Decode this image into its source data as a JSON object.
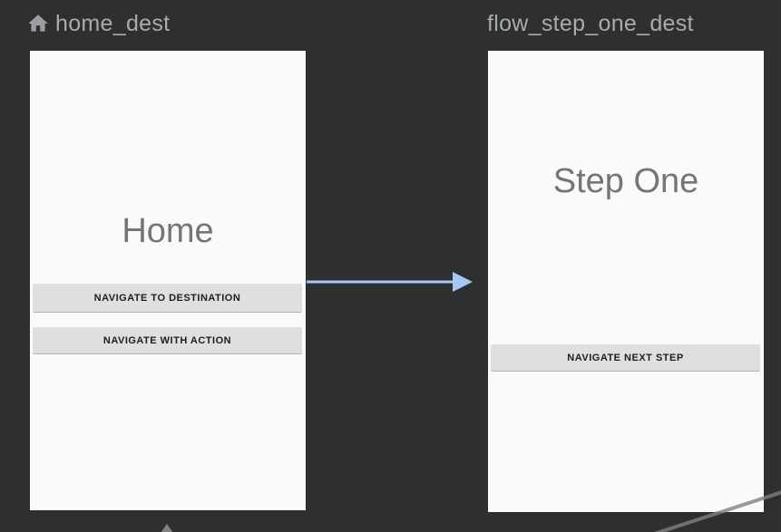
{
  "editor": {
    "view": "navigation-graph-canvas"
  },
  "destinations": [
    {
      "label": "home_dest",
      "icon": "home-icon",
      "screen": {
        "title": "Home",
        "buttons": [
          "NAVIGATE TO DESTINATION",
          "NAVIGATE WITH ACTION"
        ]
      }
    },
    {
      "label": "flow_step_one_dest",
      "icon": null,
      "screen": {
        "title": "Step One",
        "buttons": [
          "NAVIGATE NEXT STEP"
        ]
      }
    }
  ],
  "edges": [
    {
      "name": "action-home-to-step-one",
      "direction": "right"
    },
    {
      "name": "partial-incoming-action-bottom",
      "direction": "up"
    },
    {
      "name": "partial-action-line-bottom-right",
      "direction": "diagonal"
    }
  ],
  "colors": {
    "canvas_bg": "#2d2f31",
    "card_bg": "#fafafa",
    "header_text": "#a9abad",
    "icon_fill": "#9b9da0",
    "screen_title": "#757575",
    "button_bg": "#dfdfdf",
    "button_text": "#1e1e1e",
    "action_arrow": "#a3c9f5",
    "partial_edge": "#7f8183"
  }
}
